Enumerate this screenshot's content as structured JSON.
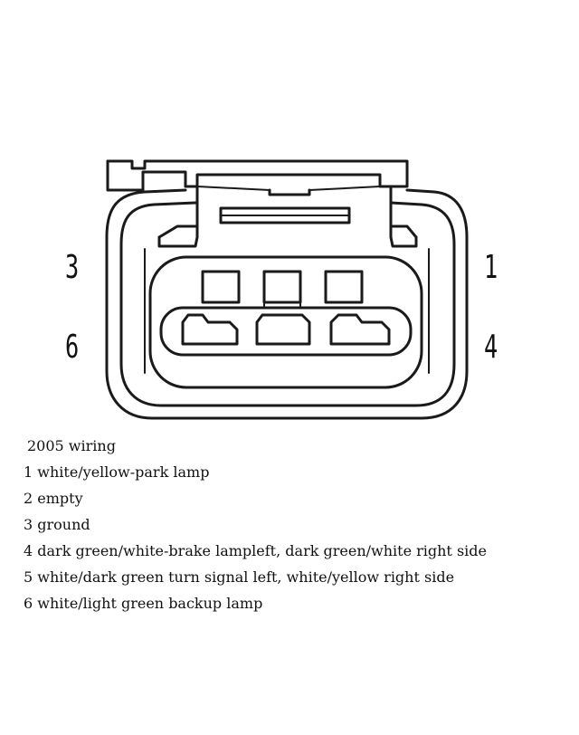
{
  "pin_labels": {
    "left_top": "3",
    "left_bottom": "6",
    "right_top": "1",
    "right_bottom": "4"
  },
  "notes": {
    "title": "2005 wiring",
    "lines": [
      "1 white/yellow-park lamp",
      "2 empty",
      "3 ground",
      "4 dark green/white-brake lampleft, dark green/white right side",
      "5 white/dark green turn signal left,  white/yellow right side",
      "6 white/light green backup lamp"
    ]
  }
}
